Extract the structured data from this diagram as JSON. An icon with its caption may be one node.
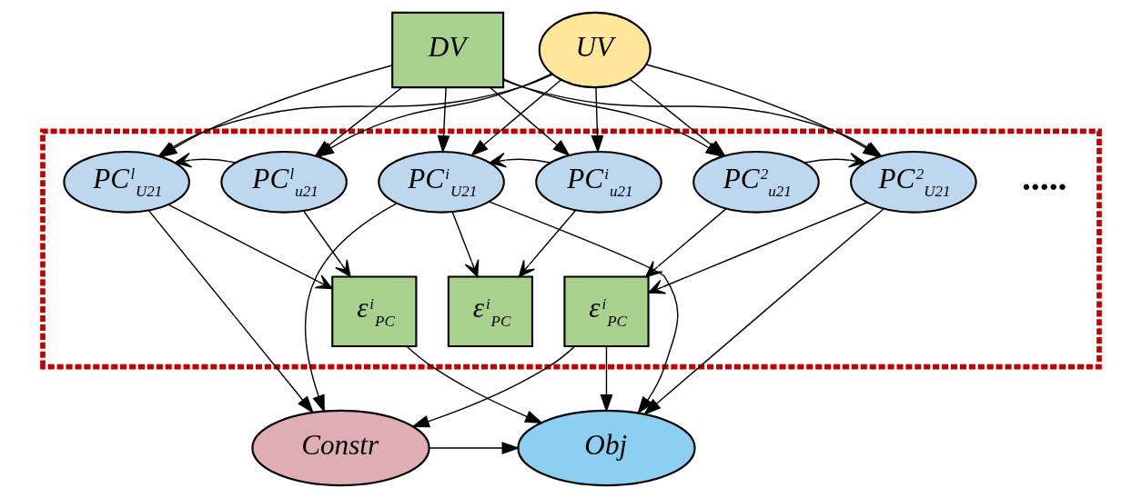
{
  "diagram": {
    "nodes": [
      {
        "text": [
          "DV"
        ]
      },
      {
        "text": [
          "UV"
        ]
      },
      {
        "text": [],
        "shape": "box"
      },
      {
        "text": [
          "PC$^{i}$$_{u21}$"
        ],
        "in": 2
      },
      {
        "text": [
          "PC$^{i}$$_{U21}$"
        ],
        "in": 2
      },
      {
        "text": [
          "PC$^{2}$$_{u21}$"
        ],
        "in": 2
      },
      {
        "text": [
          "PC$^{2}$$_{U21}$"
        ],
        "in": 2
      },
      {
        "text": [
          "PC$^{l}$$_{u21}$"
        ],
        "in": 2
      },
      {
        "text": [
          "PC$^{l}$$_{U21}$"
        ],
        "in": 2
      },
      {
        "text": [
          "ε$^{i}$$_{PC}$"
        ],
        "in": 2
      },
      {
        "text": [
          "ε$^{i}$$_{PC}$"
        ],
        "in": 2
      },
      {
        "text": [
          "ε$^{i}$$_{PC}$"
        ],
        "in": 2
      },
      {
        "text": [
          "Constr"
        ]
      },
      {
        "text": [
          "Obj"
        ]
      }
    ],
    "edges": [
      {
        "from": 0,
        "to": 3,
        "arrow": "to"
      },
      {
        "from": 0,
        "to": 4,
        "arrow": "to"
      },
      {
        "from": 0,
        "to": 5,
        "arrow": "to"
      },
      {
        "from": 0,
        "to": 6,
        "arrow": "to"
      },
      {
        "from": 0,
        "to": 7,
        "arrow": "to"
      },
      {
        "from": 0,
        "to": 8,
        "arrow": "to"
      },
      {
        "from": 1,
        "to": 3,
        "arrow": "to"
      },
      {
        "from": 1,
        "to": 4,
        "arrow": "to"
      },
      {
        "from": 1,
        "to": 5,
        "arrow": "to"
      },
      {
        "from": 1,
        "to": 6,
        "arrow": "to"
      },
      {
        "from": 1,
        "to": 7,
        "arrow": "to"
      },
      {
        "from": 1,
        "to": 8,
        "arrow": "to"
      },
      {
        "from": 3,
        "to": 4,
        "arrow": "to"
      },
      {
        "from": 5,
        "to": 6,
        "arrow": "to"
      },
      {
        "from": 7,
        "to": 8,
        "arrow": "to"
      },
      {
        "from": 3,
        "to": 9,
        "arrow": "to"
      },
      {
        "from": 4,
        "to": 9,
        "arrow": "to"
      },
      {
        "from": 5,
        "to": 10,
        "arrow": "to"
      },
      {
        "from": 6,
        "to": 10,
        "arrow": "to"
      },
      {
        "from": 7,
        "to": 11,
        "arrow": "to"
      },
      {
        "from": 8,
        "to": 11,
        "arrow": "to"
      },
      {
        "from": 4,
        "to": 12,
        "arrow": "to"
      },
      {
        "from": 4,
        "to": 13,
        "arrow": "to"
      },
      {
        "from": 10,
        "to": 12,
        "arrow": "to"
      },
      {
        "from": 8,
        "to": 12,
        "arrow": "to"
      },
      {
        "from": 6,
        "to": 13,
        "arrow": "to"
      },
      {
        "from": 10,
        "to": 13,
        "arrow": "to"
      },
      {
        "from": 11,
        "to": 13,
        "arrow": "to"
      },
      {
        "from": 12,
        "to": 13,
        "arrow": "to"
      }
    ],
    "labels": [
      "....."
    ]
  }
}
